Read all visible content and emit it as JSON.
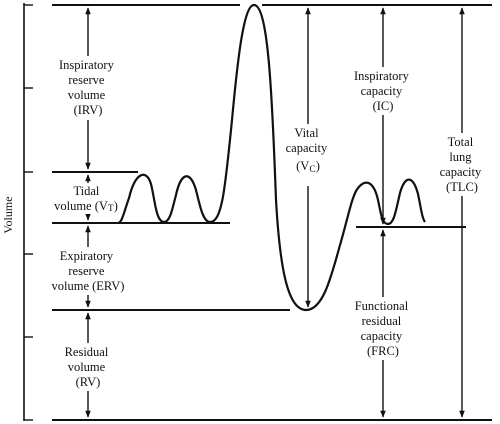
{
  "axis": {
    "ylabel": "Volume"
  },
  "labels": {
    "irv": [
      "Inspiratory",
      "reserve",
      "volume",
      "(IRV)"
    ],
    "tidal": [
      "Tidal",
      "volume (V",
      "T",
      ")"
    ],
    "erv": [
      "Expiratory",
      "reserve",
      "volume (ERV)"
    ],
    "rv": [
      "Residual",
      "volume",
      "(RV)"
    ],
    "vc": [
      "Vital",
      "capacity",
      "(V",
      "C",
      ")"
    ],
    "ic": [
      "Inspiratory",
      "capacity",
      "(IC)"
    ],
    "frc": [
      "Functional",
      "residual",
      "capacity",
      "(FRC)"
    ],
    "tlc": [
      "Total",
      "lung",
      "capacity",
      "(TLC)"
    ]
  },
  "colors": {
    "ink": "#111111",
    "background": "#ffffff"
  }
}
